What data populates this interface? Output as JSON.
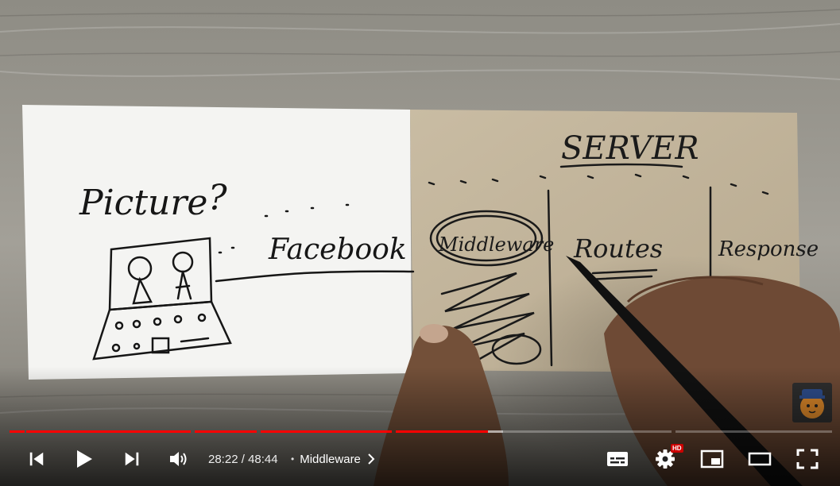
{
  "video": {
    "scene": {
      "left_sheet": {
        "word_1": "Picture",
        "mark": "?",
        "word_2": "Facebook"
      },
      "right_sheet": {
        "heading": "SERVER",
        "columns": [
          "Middleware",
          "Routes",
          "Response"
        ]
      }
    }
  },
  "progress": {
    "played_fraction": 0.5821,
    "buffered_fraction": 0.6
  },
  "controls": {
    "current_time": "28:22",
    "separator": " / ",
    "duration": "48:44",
    "chapter_dot": "•",
    "chapter_title": "Middleware",
    "hd_badge": "HD"
  },
  "icons": {
    "previous": "skip-previous-icon",
    "play": "play-icon",
    "next": "skip-next-icon",
    "volume": "volume-icon",
    "chapter_chevron": "chevron-right-icon",
    "subtitles": "subtitles-icon",
    "settings": "gear-icon",
    "miniplayer": "miniplayer-icon",
    "theater": "theater-mode-icon",
    "fullscreen": "fullscreen-icon"
  },
  "colors": {
    "progress_played": "#ff0000",
    "hd_badge": "#cc0000"
  }
}
